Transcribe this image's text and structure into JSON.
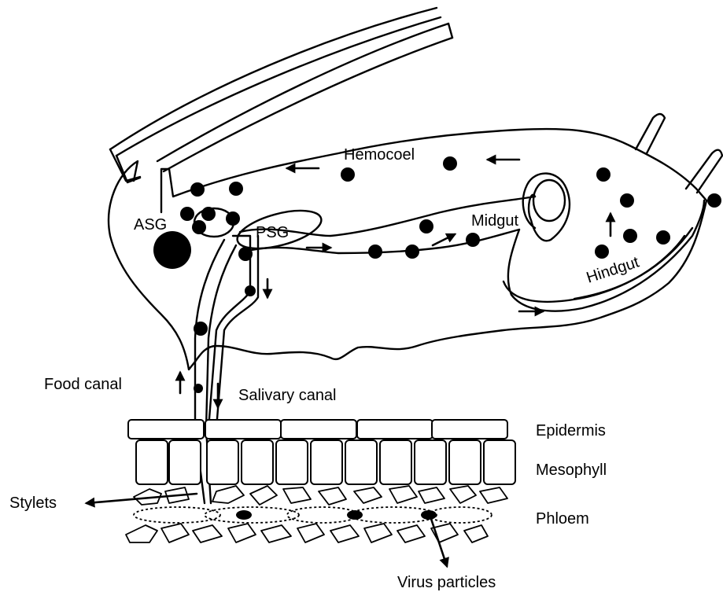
{
  "diagram": {
    "labels": {
      "hemocoel": "Hemocoel",
      "asg": "ASG",
      "psg": "PSG",
      "midgut": "Midgut",
      "hindgut": "Hindgut",
      "food_canal": "Food canal",
      "salivary_canal": "Salivary canal",
      "epidermis": "Epidermis",
      "mesophyll": "Mesophyll",
      "phloem": "Phloem",
      "stylets": "Stylets",
      "virus_particles": "Virus particles"
    },
    "colors": {
      "ink": "#000000",
      "background": "#ffffff"
    }
  }
}
